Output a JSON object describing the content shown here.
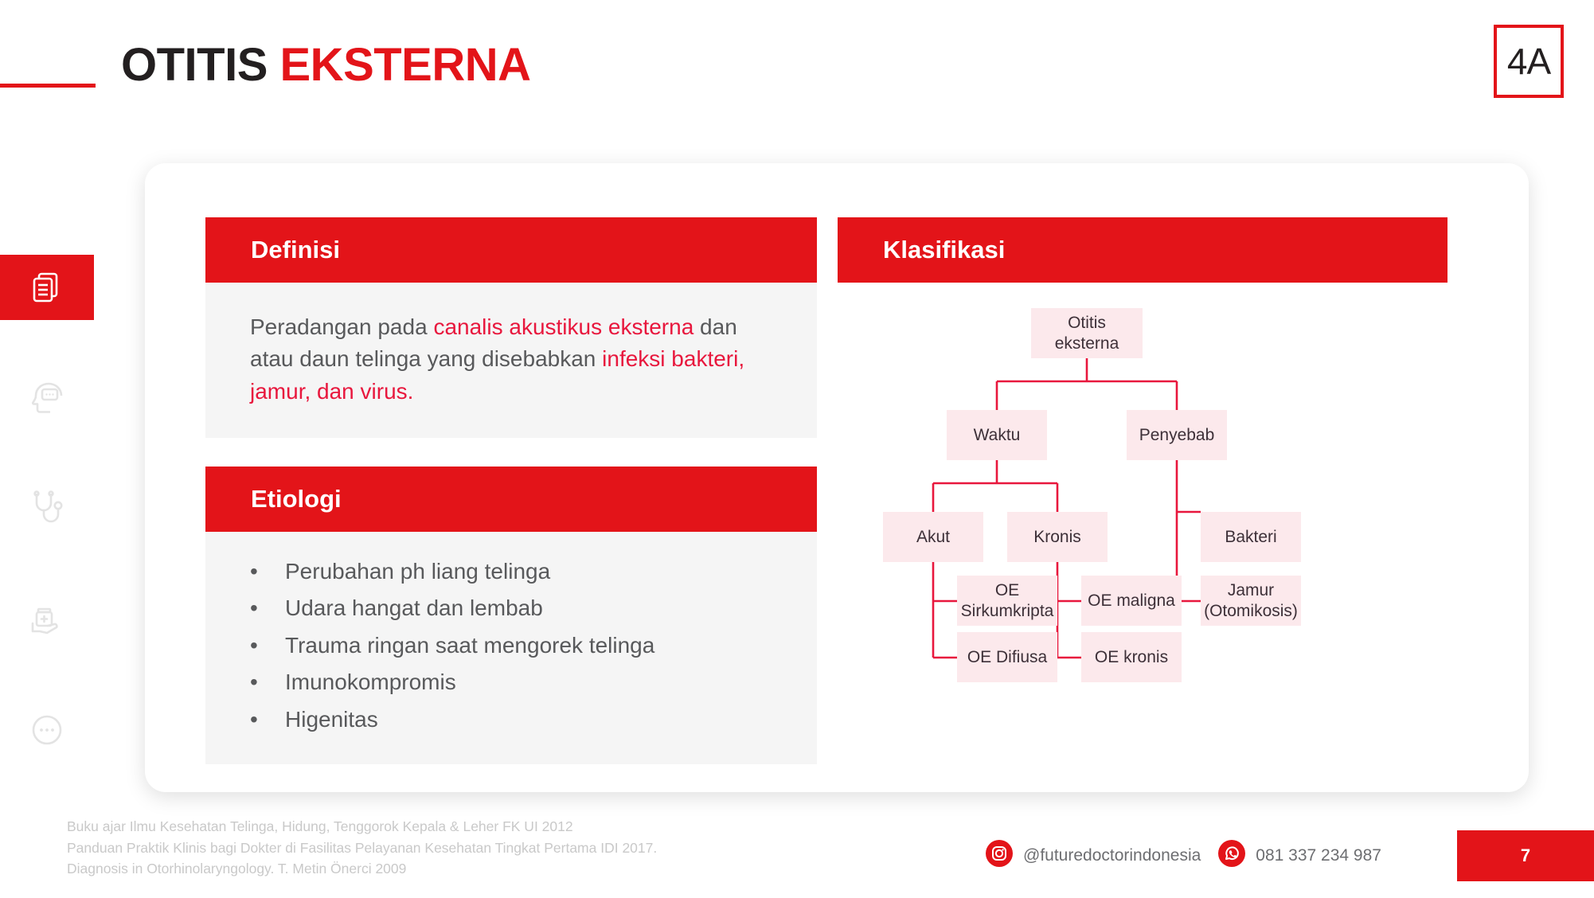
{
  "header": {
    "title_main": "OTITIS ",
    "title_accent": "EKSTERNA",
    "grade_badge": "4A"
  },
  "sidebar": {
    "items": [
      {
        "name": "notes-icon",
        "active": true
      },
      {
        "name": "anamnesis-head-icon",
        "active": false
      },
      {
        "name": "stethoscope-icon",
        "active": false
      },
      {
        "name": "medicine-hand-icon",
        "active": false
      },
      {
        "name": "more-dots-icon",
        "active": false
      }
    ]
  },
  "definisi": {
    "header": "Definisi",
    "line1_plain": "Peradangan pada ",
    "line1_hl": "canalis akustikus",
    "line2_hl": "eksterna",
    "line2_plain": " dan atau daun telinga yang",
    "line3_plain": "disebabkan ",
    "line3_hl": "infeksi bakteri, jamur, dan virus."
  },
  "etiologi": {
    "header": "Etiologi",
    "bullet_char": "•",
    "items": [
      "Perubahan ph liang telinga",
      "Udara hangat dan lembab",
      "Trauma ringan saat mengorek telinga",
      "Imunokompromis",
      "Higenitas"
    ]
  },
  "klasifikasi": {
    "header": "Klasifikasi",
    "nodes": {
      "root": "Otitis eksterna",
      "waktu": "Waktu",
      "penyebab": "Penyebab",
      "akut": "Akut",
      "kronis": "Kronis",
      "bakteri": "Bakteri",
      "oe_sirkumkripta_l1": "OE",
      "oe_sirkumkripta_l2": "Sirkumkripta",
      "oe_maligna": "OE maligna",
      "jamur_l1": "Jamur",
      "jamur_l2": "(Otomikosis)",
      "oe_difiusa": "OE Difiusa",
      "oe_kronis": "OE kronis"
    }
  },
  "footer": {
    "references": [
      "Buku ajar Ilmu Kesehatan Telinga, Hidung, Tenggorok Kepala & Leher FK UI 2012",
      "Panduan Praktik Klinis bagi Dokter di Fasilitas Pelayanan Kesehatan Tingkat Pertama IDI 2017.",
      "Diagnosis in Otorhinolaryngology. T. Metin Önerci 2009"
    ],
    "instagram_handle": "@futuredoctorindonesia",
    "whatsapp_number": "081 337 234 987",
    "page_number": "7"
  },
  "colors": {
    "brand_red": "#E31419",
    "accent_pink_red": "#E8173D",
    "node_bg": "#FCE9EC",
    "panel_bg": "#F5F5F5",
    "body_text": "#58595B"
  }
}
